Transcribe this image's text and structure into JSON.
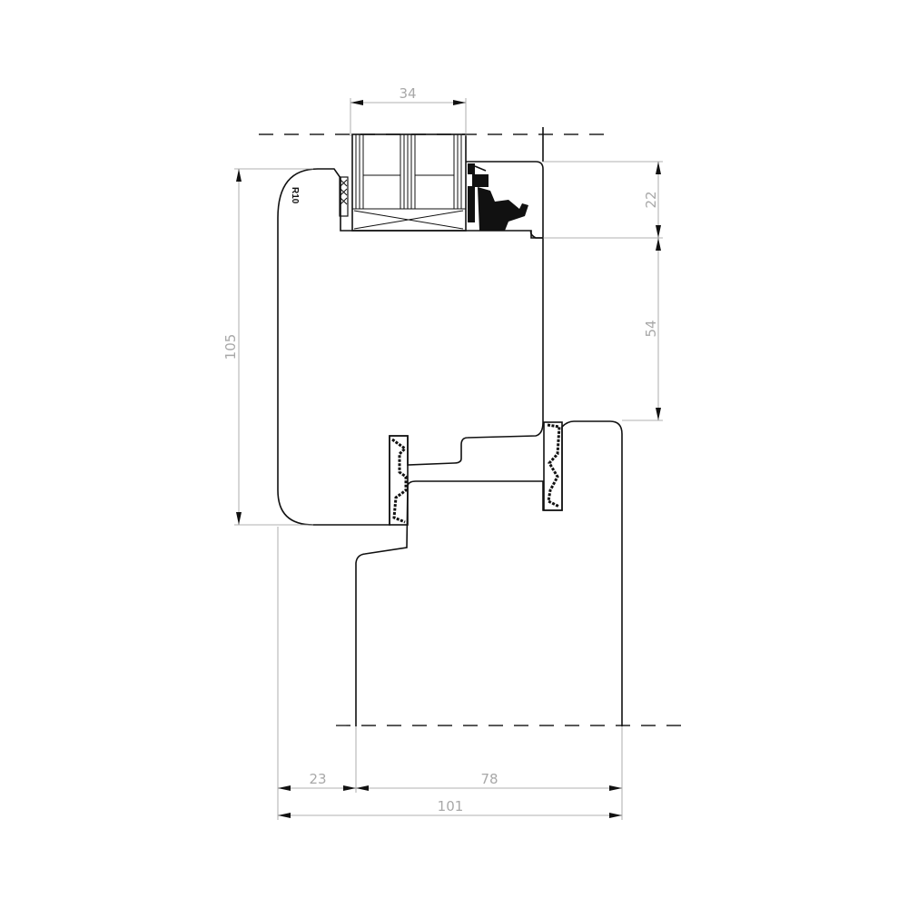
{
  "drawing": {
    "dimensions": {
      "glass_width": "34",
      "sash_bead_height": "22",
      "rebate_height": "54",
      "sash_height": "105",
      "offset": "23",
      "frame_depth": "78",
      "total_depth": "101"
    },
    "radius_label": "R10",
    "colors": {
      "outline": "#111111",
      "dimension": "#999999"
    }
  }
}
